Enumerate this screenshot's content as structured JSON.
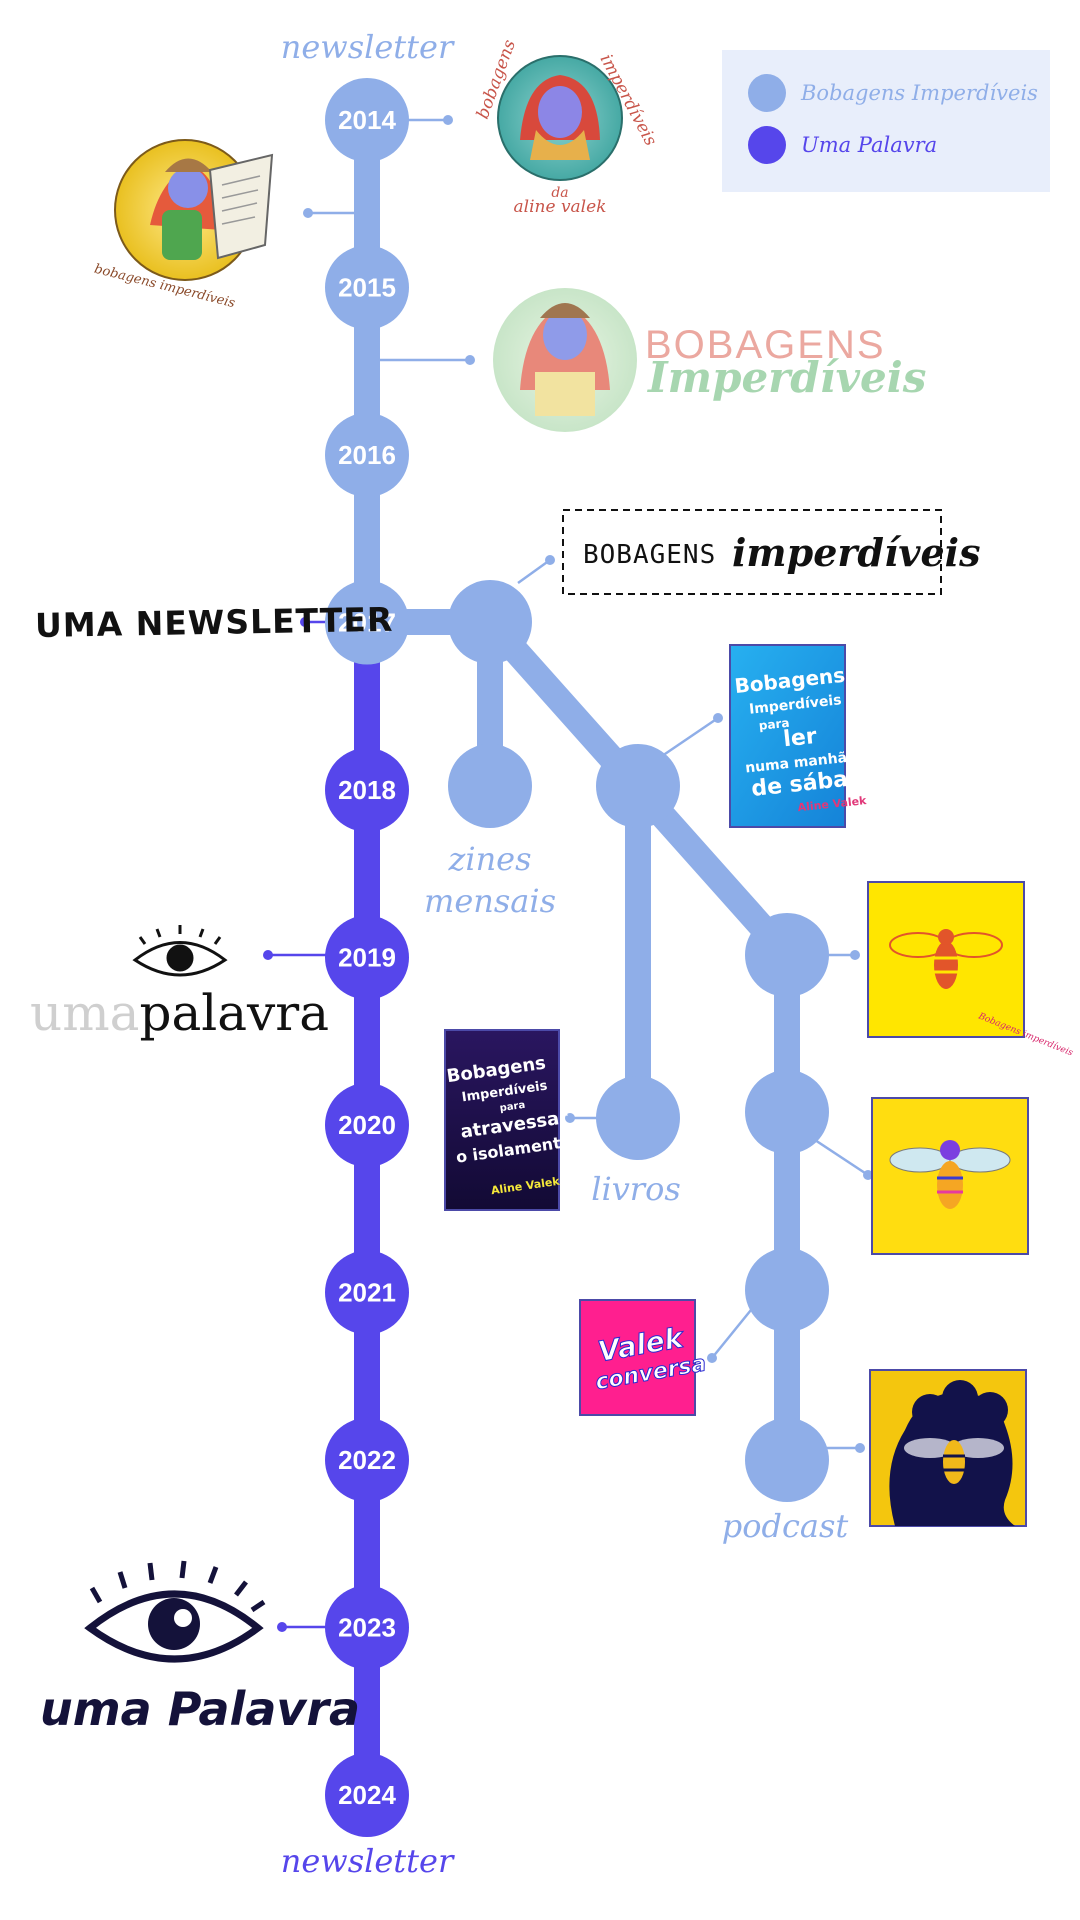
{
  "colors": {
    "bobagens": "#8FAEE8",
    "uma_palavra": "#5646EB",
    "legend_bg": "#E8EEFB",
    "ink": "#111133"
  },
  "legend": [
    {
      "label": "Bobagens Imperdíveis",
      "color": "#8FAEE8"
    },
    {
      "label": "Uma Palavra",
      "color": "#5646EB"
    }
  ],
  "years": [
    "2014",
    "2015",
    "2016",
    "2017",
    "2018",
    "2019",
    "2020",
    "2021",
    "2022",
    "2023",
    "2024"
  ],
  "labels": {
    "top": "newsletter",
    "bottom": "newsletter",
    "zines_line1": "zines",
    "zines_line2": "mensais",
    "livros": "livros",
    "podcast": "podcast"
  },
  "logos": {
    "uma_newsletter": "UMA NEWSLETTER",
    "bobagens_caps": "BOBAGENS",
    "imperdiveis_script": "Imperdíveis",
    "bobagens_box_caps": "BOBAGENS",
    "bobagens_box_script": "imperdíveis",
    "umapalavra_light": "uma",
    "umapalavra_dark": "palavra",
    "uma_palavra_brush": "uma Palavra",
    "aline_valek_line1": "da",
    "aline_valek_line2": "aline valek",
    "badge_bobagens": "bobagens imperdíveis",
    "badge_curve_bobagens": "bobagens",
    "badge_curve_imperdiveis": "imperdíveis"
  },
  "covers": {
    "sabado": [
      "Bobagens",
      "Imperdíveis",
      "para",
      "ler",
      "numa manhã",
      "de sábado",
      "Aline Valek"
    ],
    "isolamento": [
      "Bobagens",
      "Imperdíveis",
      "para",
      "atravessar",
      "o isolamento",
      "Aline Valek"
    ],
    "valek_conversa": [
      "Valek",
      "conversa"
    ],
    "bee1_tag": "Bobagens imperdíveis"
  }
}
